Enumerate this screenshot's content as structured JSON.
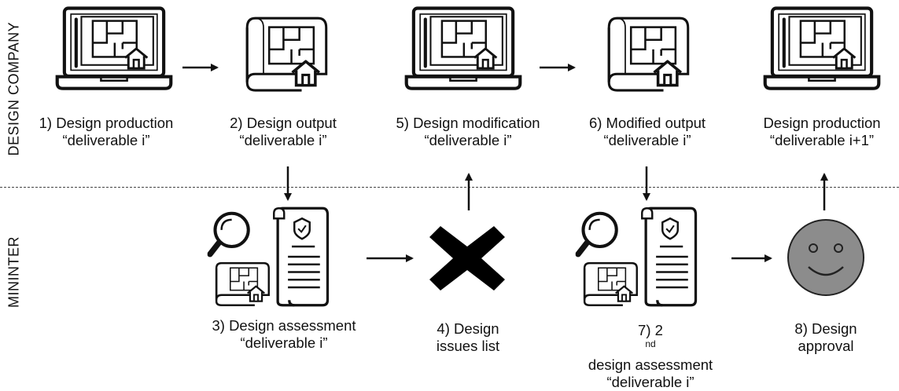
{
  "lanes": {
    "top": "DESIGN COMPANY",
    "bottom": "MININTER"
  },
  "steps": {
    "s1": {
      "line1": "1) Design production",
      "line2": "“deliverable i”"
    },
    "s2": {
      "line1": "2) Design output",
      "line2": "“deliverable i”"
    },
    "s5": {
      "line1": "5) Design modification",
      "line2": "“deliverable i”"
    },
    "s6": {
      "line1": "6) Modified output",
      "line2": "“deliverable i”"
    },
    "s9": {
      "line1": "Design production",
      "line2": "“deliverable i+1”"
    },
    "s3": {
      "line1": "3) Design assessment",
      "line2": "“deliverable i”"
    },
    "s4": {
      "line1": "4) Design",
      "line2": "issues list"
    },
    "s7": {
      "prefix": "7) 2",
      "sup": "nd",
      "rest": " design assessment",
      "line2": "“deliverable i”"
    },
    "s8": {
      "line1": "8) Design",
      "line2": "approval"
    }
  },
  "icons": {
    "laptop": "laptop-blueprint-icon",
    "blueprint": "blueprint-house-icon",
    "assessment": "magnifier-document-icon",
    "reject": "x-mark-icon",
    "approve": "smiley-face-icon"
  }
}
